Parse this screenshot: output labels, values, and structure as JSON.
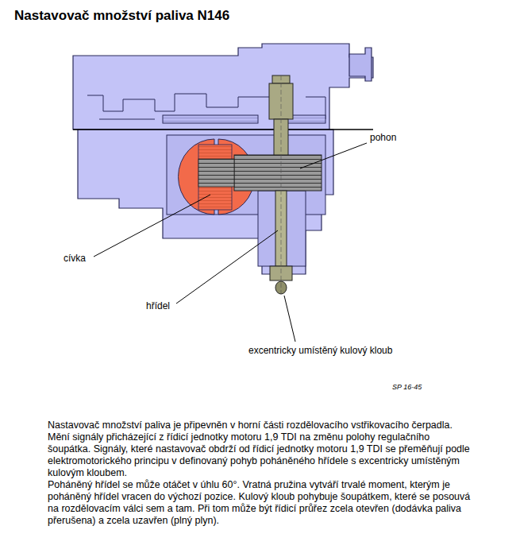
{
  "diagram": {
    "title": "Nastavovač množství paliva N146",
    "labels": [
      "pohon",
      "cívka",
      "hřídel",
      "excentricky umístěný kulový kloub",
      "SP 16-45",
      "Nastavovač množství paliva je připevněn v horní části rozdělovacího vstřikovacího čerpadla. Mění signály přicházející z řídicí jednotky motoru 1,9 TDI na změnu polohy regulačního šoupátka. Signály, které nastavovač obdrží od řídicí jednotky motoru 1,9 TDI se přeměňují podle elektromotorického principu v definovaný pohyb poháněného hřídele s excentricky umístěným kulovým kloubem.",
      "Poháněný hřídel se může otáčet v úhlu 60°. Vratná pružina vytváří trvalé moment, kterým je poháněný hřídel vracen do výchozí pozice. Kulový kloub pohybuje šoupátkem, které se posouvá na rozdělovacím válci sem a tam. Při tom může být řídicí průřez zcela otevřen (dodávka paliva přerušena) a zcela uzavřen (plný plyn)."
    ]
  }
}
